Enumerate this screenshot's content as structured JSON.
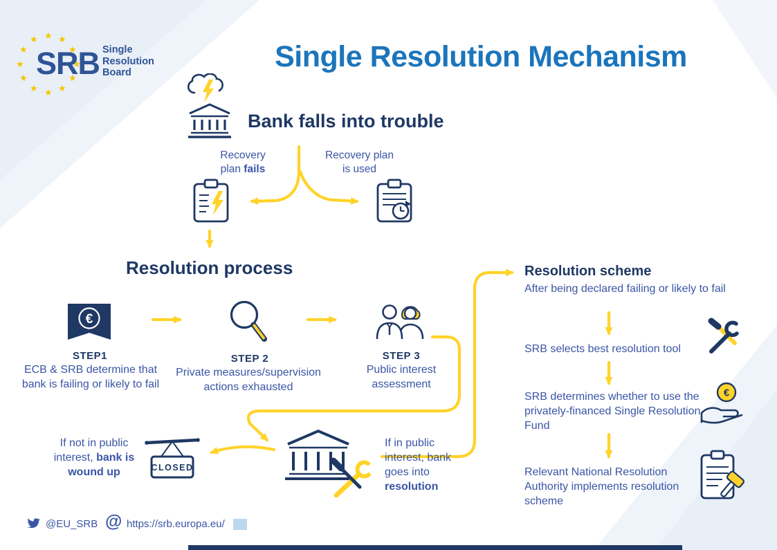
{
  "colors": {
    "title_blue": "#1B75BC",
    "navy": "#1F3864",
    "text_blue": "#3A55A5",
    "arrow_yellow": "#FFD32A",
    "star_yellow": "#F5C400"
  },
  "icons": {
    "euro": "€",
    "at": "@",
    "star": "★"
  },
  "logo": {
    "srb": "SRB",
    "line1": "Single",
    "line2": "Resolution",
    "line3": "Board"
  },
  "title": "Single Resolution Mechanism",
  "trouble_label": "Bank falls into trouble",
  "branch_fail": {
    "line1": "Recovery",
    "line2_normal": "plan",
    "line2_bold": "fails"
  },
  "branch_used": {
    "line1": "Recovery plan",
    "line2": "is used"
  },
  "process": {
    "title": "Resolution process",
    "steps": [
      {
        "label": "STEP1",
        "text": "ECB & SRB determine that bank is failing or likely to fail"
      },
      {
        "label": "STEP 2",
        "text": "Private measures/supervision actions exhausted"
      },
      {
        "label": "STEP 3",
        "text": "Public interest assessment"
      }
    ]
  },
  "scheme": {
    "title": "Resolution scheme",
    "subtitle": "After being declared failing or likely to fail",
    "item1": "SRB selects best resolution tool",
    "item2": "SRB determines whether to use the privately-financed Single Resolution Fund",
    "item3": "Relevant National Resolution Authority implements resolution scheme"
  },
  "outcome_negative": {
    "normal": "If not in public interest,",
    "bold": "bank is wound up",
    "sign": "CLOSED"
  },
  "outcome_positive": {
    "normal": "If in public interest, bank goes into",
    "bold": "resolution"
  },
  "footer": {
    "twitter": "@EU_SRB",
    "website": "https://srb.europa.eu/"
  }
}
